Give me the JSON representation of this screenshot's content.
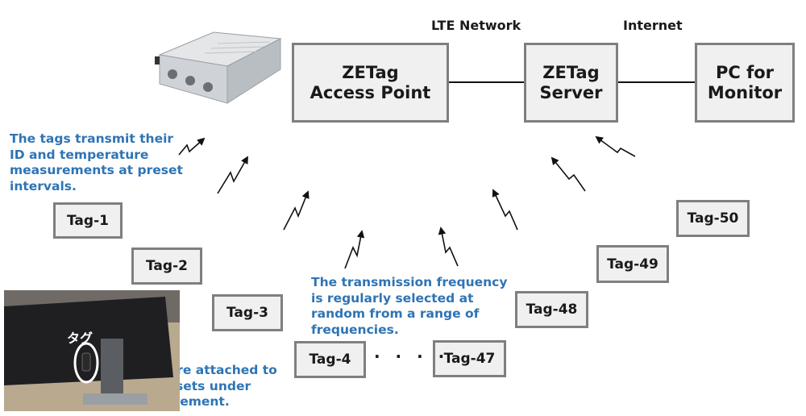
{
  "network": {
    "lte_label": "LTE Network",
    "internet_label": "Internet"
  },
  "boxes": {
    "access_point": [
      "ZETag",
      "Access Point"
    ],
    "server": [
      "ZETag",
      "Server"
    ],
    "pc_monitor": [
      "PC for",
      "Monitor"
    ]
  },
  "tags": [
    "Tag-1",
    "Tag-2",
    "Tag-3",
    "Tag-4",
    "Tag-47",
    "Tag-48",
    "Tag-49",
    "Tag-50"
  ],
  "ellipsis": "· · · ·",
  "notes": {
    "transmit": [
      "The tags transmit their",
      "ID and temperature",
      "measurements at preset",
      "intervals."
    ],
    "frequency": [
      "The transmission frequency",
      "is regularly selected at",
      "random from a range of",
      "frequencies."
    ],
    "attached": [
      "Tags are attached to",
      "the assets under",
      "management."
    ]
  },
  "photo_label": "タグ",
  "colors": {
    "note_text": "#2e74b5",
    "box_border": "#7f7f7f",
    "box_fill": "#f0f0f0"
  }
}
